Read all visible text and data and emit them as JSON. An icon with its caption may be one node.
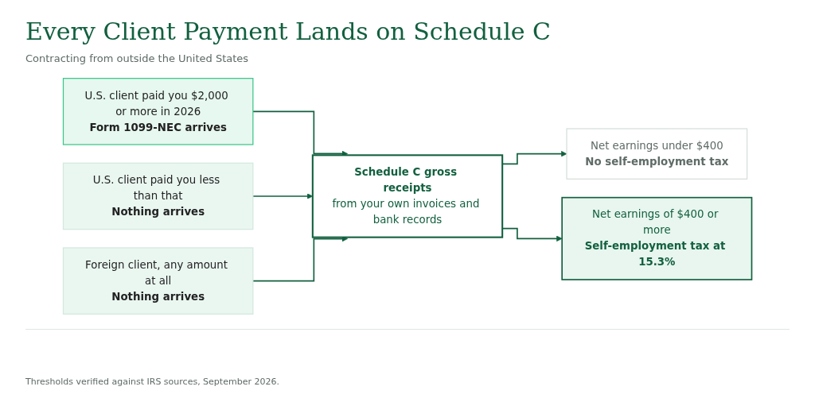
{
  "diagram": {
    "title": "Every Client Payment Lands on Schedule C",
    "caption": "Thresholds verified against IRS sources, September 2026.",
    "nodes": [
      {
        "text": [
          "U.S. client paid you $2,000 or more in 2026",
          "Form 1099-NEC arrives"
        ]
      },
      {
        "text": [
          "U.S. client paid you less than that",
          "Nothing arrives"
        ]
      },
      {
        "text": [
          "Foreign client, any amount at all",
          "Nothing arrives"
        ]
      },
      {
        "text": [
          "Schedule C gross receipts",
          "from your own invoices and bank records"
        ]
      },
      {
        "text": [
          "Net earnings under $400",
          "No self-employment tax"
        ]
      },
      {
        "text": [
          "Net earnings of $400 or more",
          "Self-employment tax at 15.3%"
        ]
      }
    ],
    "edges": [
      {
        "from": 0,
        "to": 3,
        "arrow": "to"
      },
      {
        "from": 1,
        "to": 3,
        "arrow": "to"
      },
      {
        "from": 2,
        "to": 3,
        "arrow": "to"
      },
      {
        "from": 3,
        "to": 4,
        "arrow": "to"
      },
      {
        "from": 3,
        "to": 5,
        "arrow": "to"
      }
    ],
    "labels": [
      "Contracting from outside the United States"
    ]
  }
}
